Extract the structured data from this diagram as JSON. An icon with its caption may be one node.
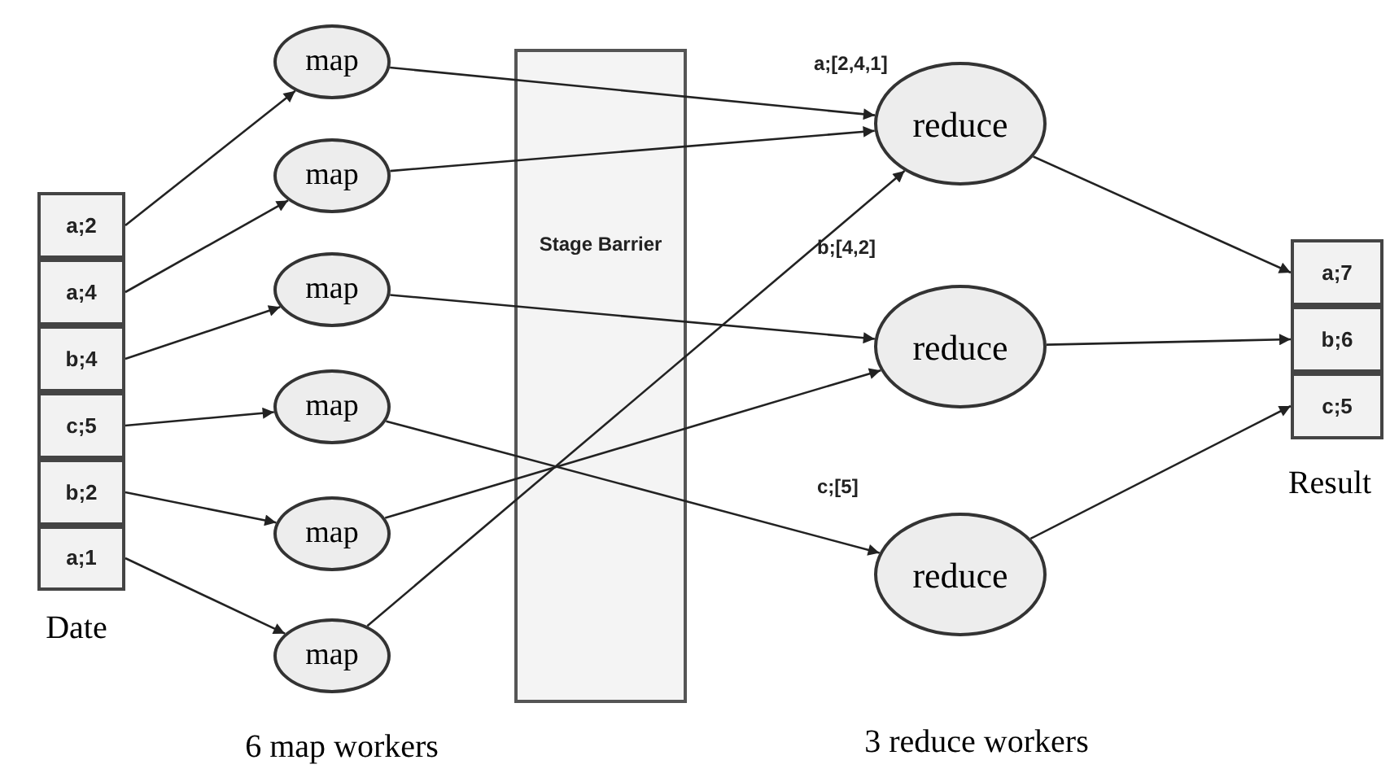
{
  "diagram": {
    "nodes": [
      {
        "text": [
          "Date"
        ]
      },
      {
        "text": [
          "a;2"
        ],
        "in": 0
      },
      {
        "text": [
          "a;4"
        ],
        "in": 0
      },
      {
        "text": [
          "b;4"
        ],
        "in": 0
      },
      {
        "text": [
          "c;5"
        ],
        "in": 0
      },
      {
        "text": [
          "b;2"
        ],
        "in": 0
      },
      {
        "text": [
          "a;1"
        ],
        "in": 0
      },
      {
        "text": [
          "map"
        ]
      },
      {
        "text": [
          "map"
        ]
      },
      {
        "text": [
          "map"
        ]
      },
      {
        "text": [
          "map"
        ]
      },
      {
        "text": [
          "map"
        ]
      },
      {
        "text": [
          "map"
        ]
      },
      {
        "text": [
          "reduce"
        ],
        "beside": [
          "a;[2,4,1]"
        ]
      },
      {
        "text": [
          "reduce"
        ],
        "beside": [
          "b;[4,2]"
        ]
      },
      {
        "text": [
          "reduce"
        ],
        "beside": [
          "c;[5]"
        ]
      },
      {
        "text": [
          "Result"
        ]
      },
      {
        "text": [
          "a;7"
        ],
        "in": 16
      },
      {
        "text": [
          "b;6"
        ],
        "in": 16
      },
      {
        "text": [
          "c;5"
        ],
        "in": 16
      }
    ],
    "edges": [
      {
        "from": 1,
        "to": 7,
        "arrow": "to"
      },
      {
        "from": 2,
        "to": 8,
        "arrow": "to"
      },
      {
        "from": 3,
        "to": 9,
        "arrow": "to"
      },
      {
        "from": 4,
        "to": 10,
        "arrow": "to"
      },
      {
        "from": 5,
        "to": 11,
        "arrow": "to"
      },
      {
        "from": 6,
        "to": 12,
        "arrow": "to"
      },
      {
        "from": 7,
        "to": 13,
        "arrow": "to"
      },
      {
        "from": 8,
        "to": 13,
        "arrow": "to"
      },
      {
        "from": 9,
        "to": 14,
        "arrow": "to"
      },
      {
        "from": 10,
        "to": 15,
        "arrow": "to"
      },
      {
        "from": 11,
        "to": 14,
        "arrow": "to"
      },
      {
        "from": 12,
        "to": 13,
        "arrow": "to"
      },
      {
        "from": 13,
        "to": 17,
        "arrow": "to"
      },
      {
        "from": 14,
        "to": 18,
        "arrow": "to"
      },
      {
        "from": 15,
        "to": 19,
        "arrow": "to"
      }
    ],
    "labels": [
      "Stage Barrier",
      "6 map workers",
      "3 reduce workers"
    ]
  }
}
